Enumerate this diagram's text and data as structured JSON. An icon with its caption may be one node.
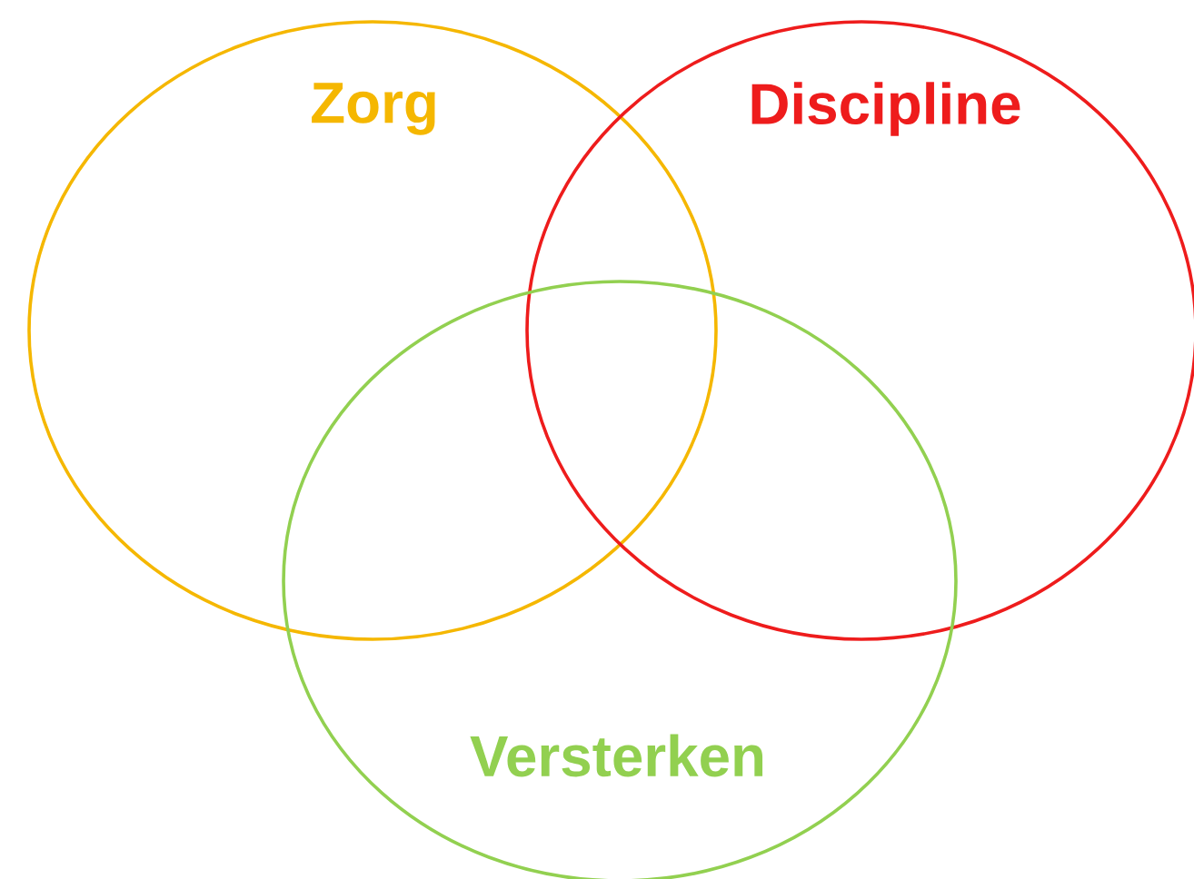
{
  "diagram": {
    "nodes": [
      {
        "text": [
          "Zorg"
        ]
      },
      {
        "text": [
          "Discipline"
        ]
      },
      {
        "text": [
          "Versterken"
        ]
      }
    ]
  }
}
